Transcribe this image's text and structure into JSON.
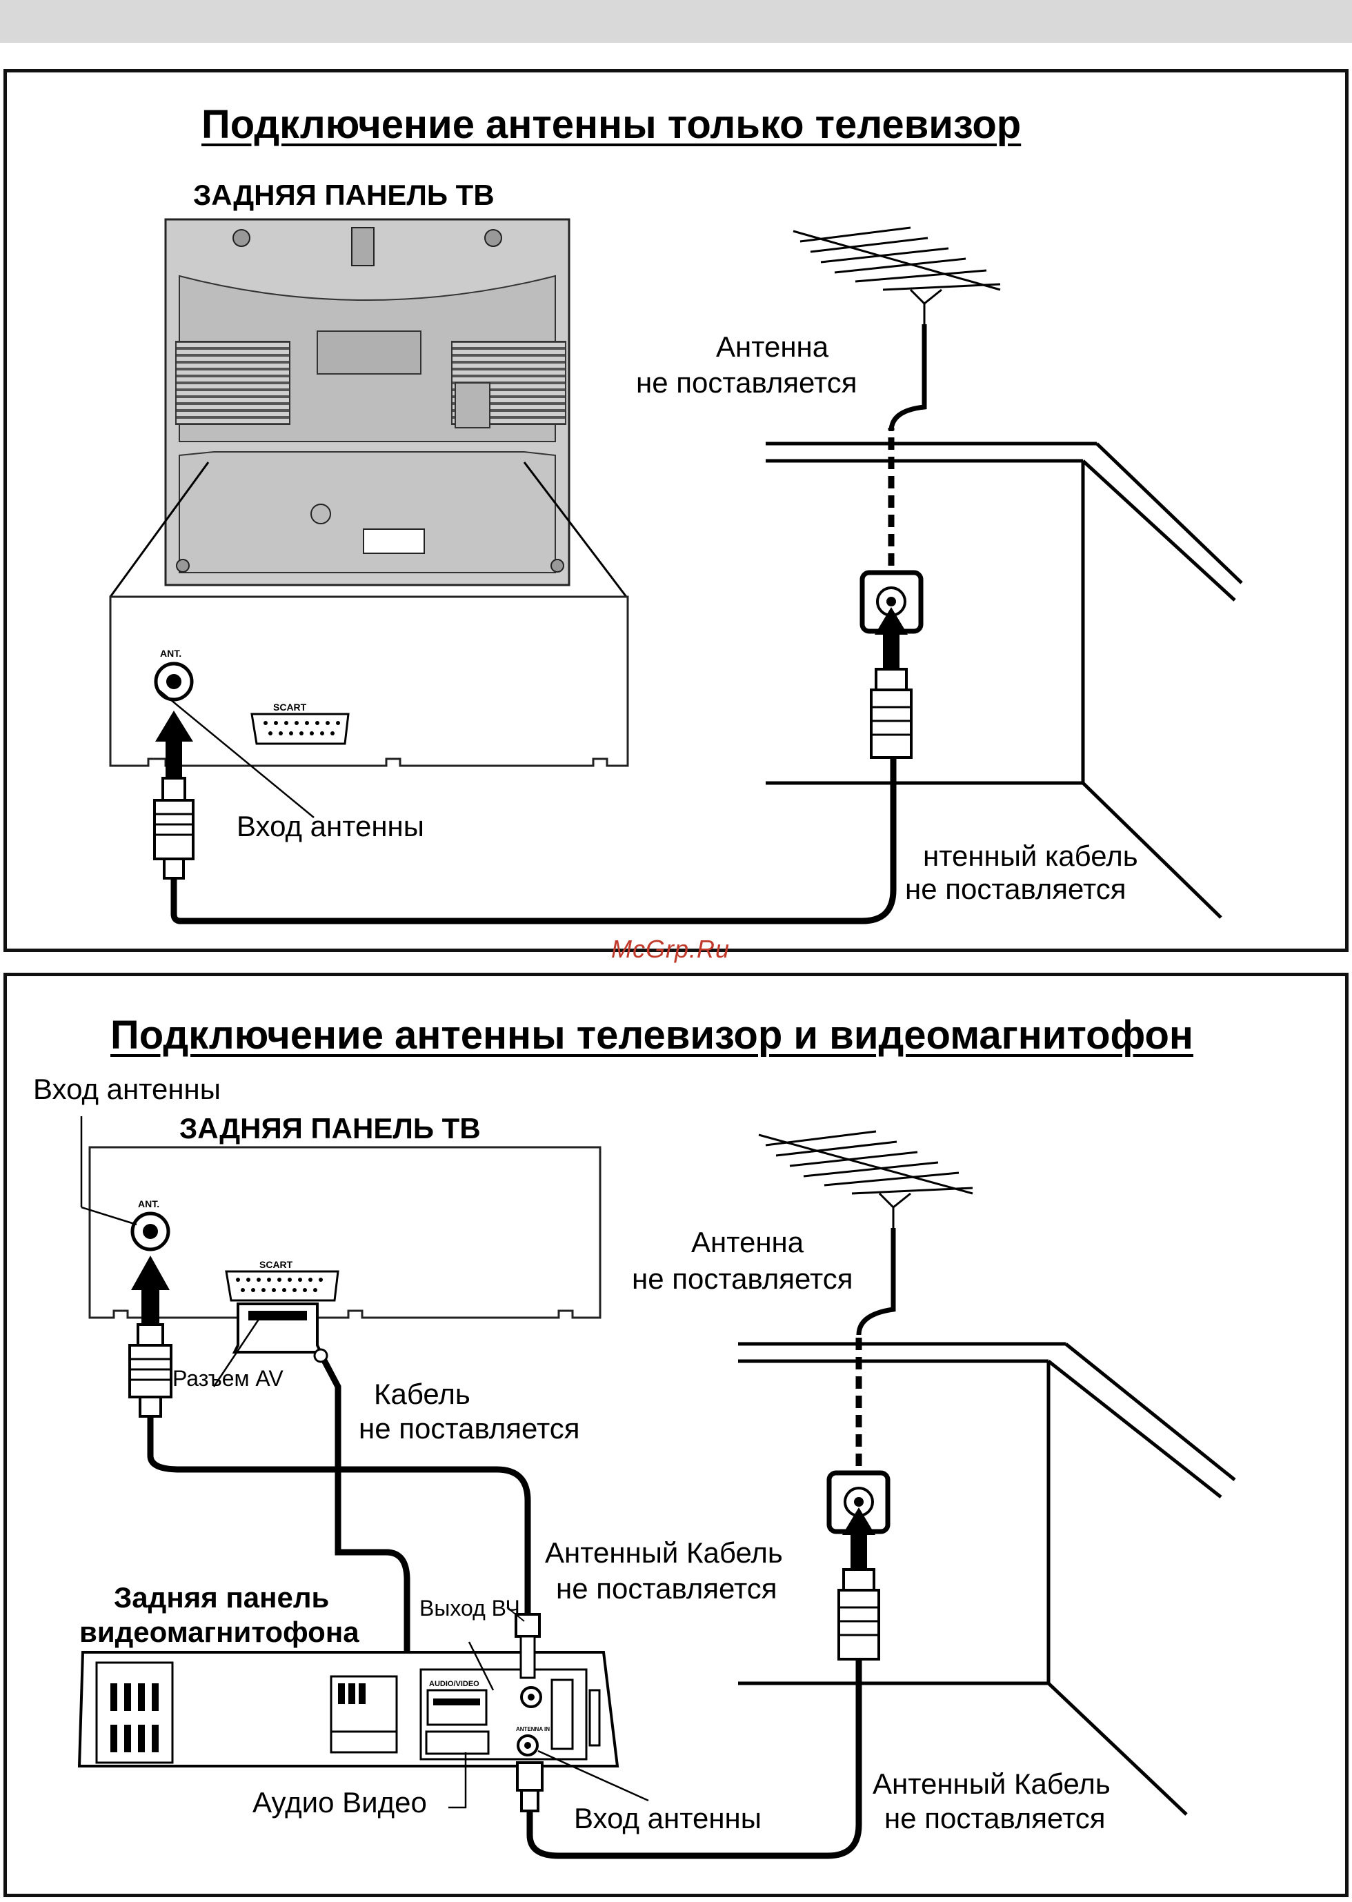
{
  "watermark": "McGrp.Ru",
  "panel1": {
    "title": "Подключение антенны  только телевизор",
    "tv_rear_panel": "ЗАДНЯЯ ПАНЕЛЬ ТВ",
    "antenna_label_1": "Антенна",
    "antenna_label_2": "не поставляется",
    "antenna_input": "Вход  антенны",
    "cable_label_1": "нтенный кабель",
    "cable_label_2": "не поставляется",
    "ant_port": "ANT.",
    "scart_port": "SCART"
  },
  "panel2": {
    "title": "Подключение антенны   телевизор и видеомагнитофон",
    "antenna_input_top": "Вход  антенны",
    "tv_rear_panel": "ЗАДНЯЯ ПАНЕЛЬ ТВ",
    "ant_port": "ANT.",
    "scart_port": "SCART",
    "av_connector": "Разъем AV",
    "cable_label_1": "Кабель",
    "cable_label_2": "не поставляется",
    "antenna_label_1": "Антенна",
    "antenna_label_2": "не поставляется",
    "antenna_cable_1a": "Антенный Кабель",
    "antenna_cable_1b": "не поставляется",
    "vcr_rear_1": "Задняя панель",
    "vcr_rear_2": "видеомагнитофона",
    "rf_out": "Выход ВЧ",
    "audio_video_port": "AUDIO/VIDEO",
    "antenna_in_port": "ANTENNA IN",
    "audio_video": "Аудио Видео",
    "antenna_input_bottom": "Вход  антенны",
    "antenna_cable_2a": "Антенный Кабель",
    "antenna_cable_2b": "не поставляется"
  }
}
